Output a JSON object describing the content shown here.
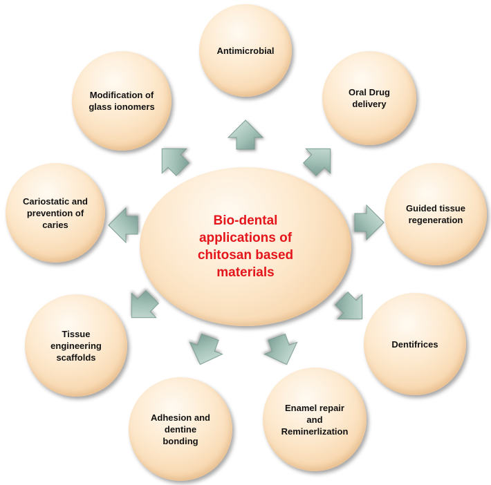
{
  "center": {
    "label": "Bio-dental\napplications of\nchitosan based\nmaterials"
  },
  "satellites": [
    {
      "key": "antimicrobial",
      "label": "Antimicrobial"
    },
    {
      "key": "oral-drug-delivery",
      "label": "Oral Drug\ndelivery"
    },
    {
      "key": "guided-tissue-regeneration",
      "label": "Guided tissue\nregeneration"
    },
    {
      "key": "dentifrices",
      "label": "Dentifrices"
    },
    {
      "key": "enamel-repair",
      "label": "Enamel repair\nand\nReminerlization"
    },
    {
      "key": "adhesion-dentine-bonding",
      "label": "Adhesion and\ndentine\nbonding"
    },
    {
      "key": "tissue-engineering-scaffolds",
      "label": "Tissue\nengineering\nscaffolds"
    },
    {
      "key": "cariostatic-caries",
      "label": "Cariostatic and\nprevention of\ncaries"
    },
    {
      "key": "modification-glass-ionomers",
      "label": "Modification of\nglass ionomers"
    }
  ],
  "colors": {
    "center_text": "#e4151b",
    "satellite_text": "#111111",
    "node_fill": "#fde8cc",
    "arrow_fill": "#9fbdb4"
  }
}
